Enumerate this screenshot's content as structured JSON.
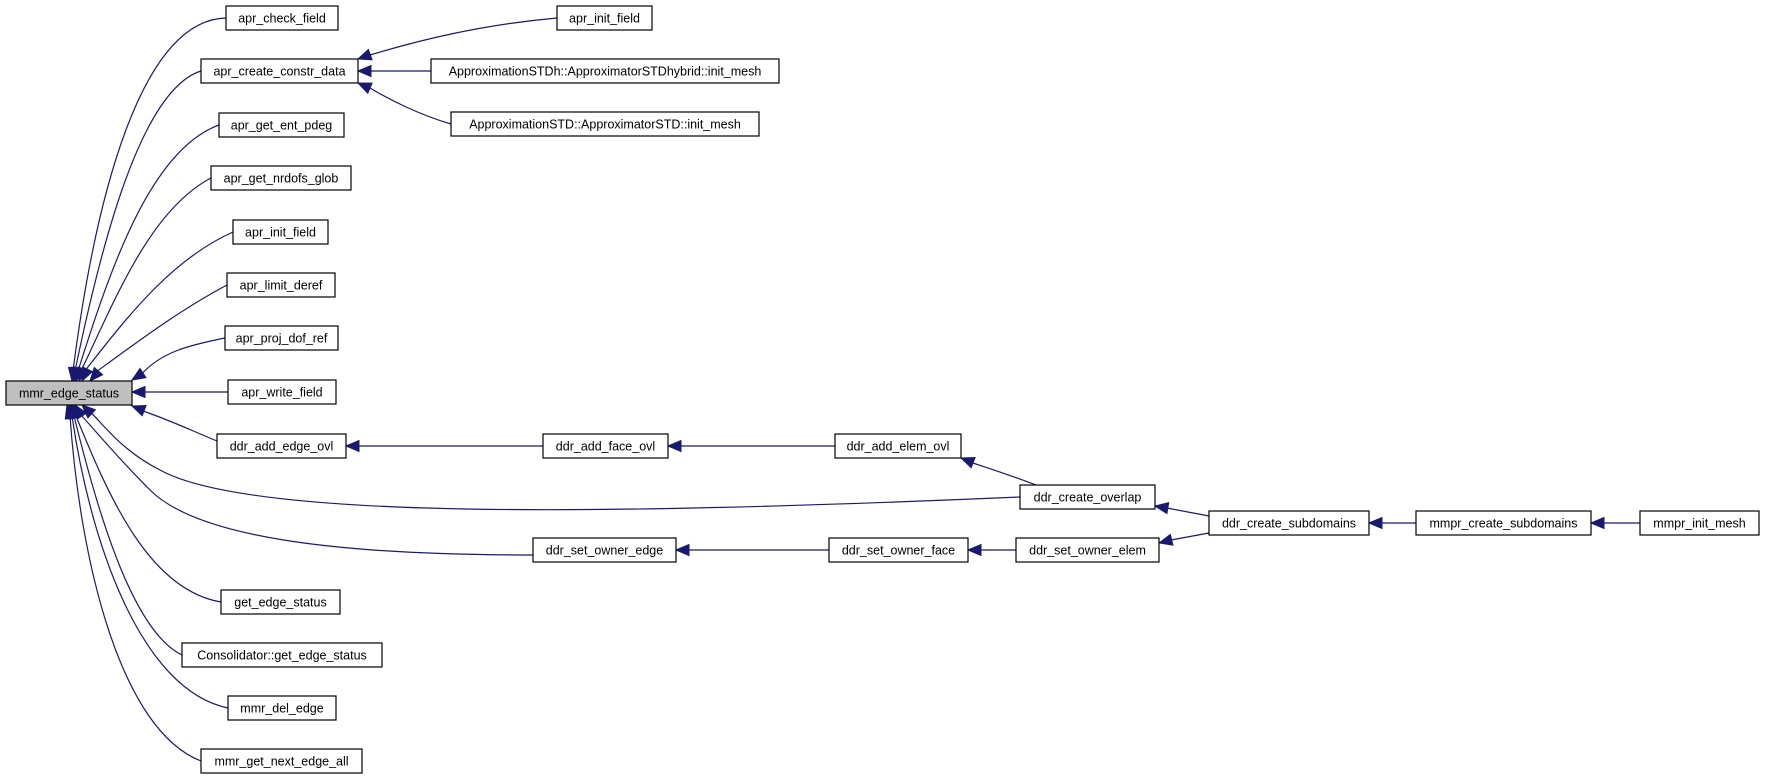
{
  "colors": {
    "edge": "#191970",
    "root_fill": "#bfbfbf",
    "node_fill": "#ffffff",
    "node_border": "#000000"
  },
  "nodes": {
    "mmr_edge_status": "mmr_edge_status",
    "apr_check_field": "apr_check_field",
    "apr_create_constr_data": "apr_create_constr_data",
    "apr_init_field_top": "apr_init_field",
    "approx_stdh_init_mesh": "ApproximationSTDh::ApproximatorSTDhybrid::init_mesh",
    "approx_std_init_mesh": "ApproximationSTD::ApproximatorSTD::init_mesh",
    "apr_get_ent_pdeg": "apr_get_ent_pdeg",
    "apr_get_nrdofs_glob": "apr_get_nrdofs_glob",
    "apr_init_field": "apr_init_field",
    "apr_limit_deref": "apr_limit_deref",
    "apr_proj_dof_ref": "apr_proj_dof_ref",
    "apr_write_field": "apr_write_field",
    "ddr_add_edge_ovl": "ddr_add_edge_ovl",
    "ddr_add_face_ovl": "ddr_add_face_ovl",
    "ddr_add_elem_ovl": "ddr_add_elem_ovl",
    "ddr_create_overlap": "ddr_create_overlap",
    "ddr_create_subdomains": "ddr_create_subdomains",
    "mmpr_create_subdomains": "mmpr_create_subdomains",
    "mmpr_init_mesh": "mmpr_init_mesh",
    "ddr_set_owner_edge": "ddr_set_owner_edge",
    "ddr_set_owner_face": "ddr_set_owner_face",
    "ddr_set_owner_elem": "ddr_set_owner_elem",
    "get_edge_status": "get_edge_status",
    "consolidator_get_edge_status": "Consolidator::get_edge_status",
    "mmr_del_edge": "mmr_del_edge",
    "mmr_get_next_edge_all": "mmr_get_next_edge_all"
  }
}
